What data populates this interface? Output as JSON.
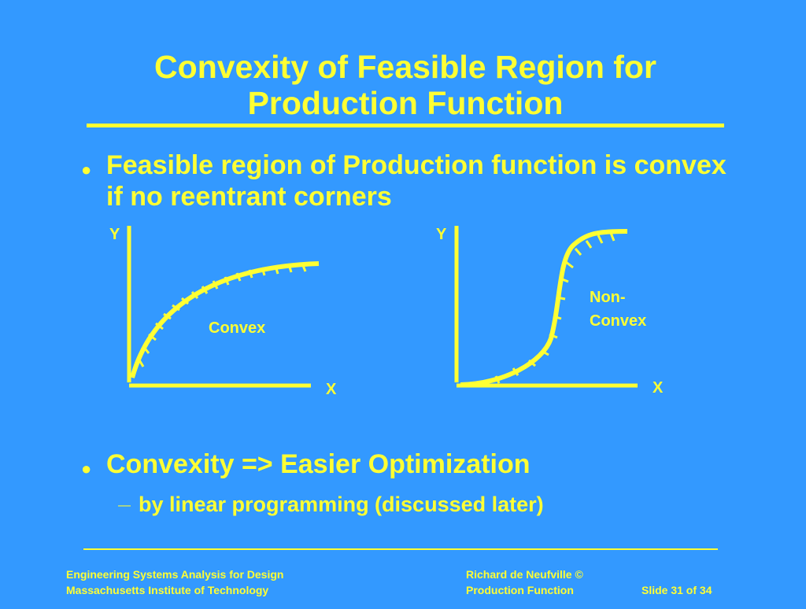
{
  "slide": {
    "title": "Convexity of Feasible Region for Production Function",
    "bullets": [
      {
        "text": "Feasible region of Production function is convex if no reentrant corners"
      },
      {
        "text": "Convexity => Easier Optimization",
        "sub": "by linear programming (discussed later)"
      }
    ],
    "bullet_char": "●",
    "sub_char": "—"
  },
  "diagram": {
    "left": {
      "y_label": "Y",
      "x_label": "X",
      "region_label": "Convex"
    },
    "right": {
      "y_label": "Y",
      "x_label": "X",
      "region_label_line1": "Non-",
      "region_label_line2": "Convex"
    }
  },
  "footer": {
    "left_line1": "Engineering Systems Analysis for Design",
    "left_line2": "Massachusetts Institute of Technology",
    "right_line1": "Richard de Neufville  ©",
    "right_line2": "Production Function",
    "slide_number": "Slide 31 of 34"
  },
  "colors": {
    "background": "#3399ff",
    "foreground": "#ffff33"
  }
}
